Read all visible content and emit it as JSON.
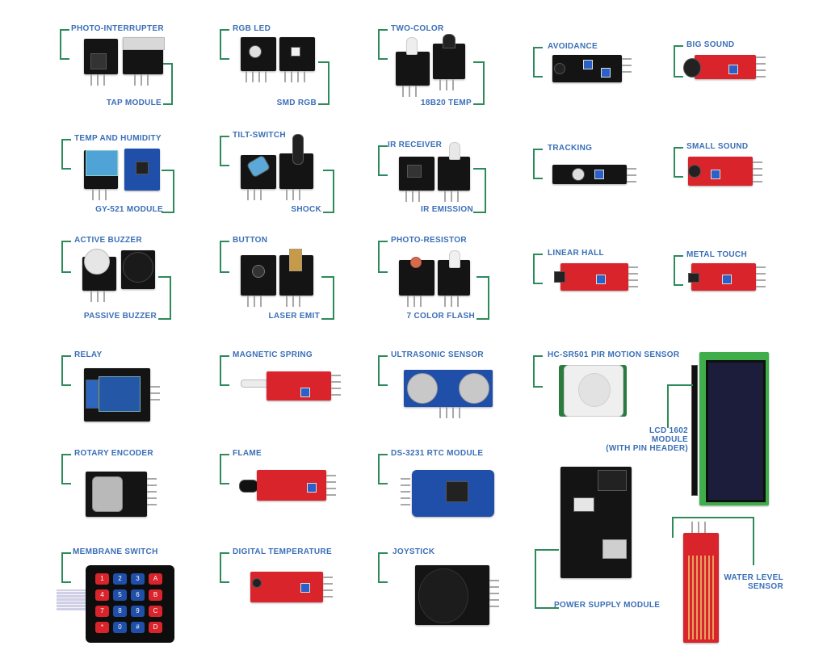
{
  "labels": {
    "photo_interrupter": "PHOTO-INTERRUPTER",
    "tap_module": "TAP MODULE",
    "rgb_led": "RGB LED",
    "smd_rgb": "SMD RGB",
    "two_color": "TWO-COLOR",
    "temp_18b20": "18B20 TEMP",
    "avoidance": "AVOIDANCE",
    "big_sound": "BIG SOUND",
    "temp_humidity": "TEMP AND HUMIDITY",
    "gy521": "GY-521 MODULE",
    "tilt_switch": "TILT-SWITCH",
    "shock": "SHOCK",
    "ir_receiver": "IR RECEIVER",
    "ir_emission": "IR EMISSION",
    "tracking": "TRACKING",
    "small_sound": "SMALL SOUND",
    "active_buzzer": "ACTIVE BUZZER",
    "passive_buzzer": "PASSIVE BUZZER",
    "button": "BUTTON",
    "laser_emit": "LASER EMIT",
    "photo_resistor": "PHOTO-RESISTOR",
    "color_flash": "7 COLOR FLASH",
    "linear_hall": "LINEAR HALL",
    "metal_touch": "METAL TOUCH",
    "relay": "RELAY",
    "magnetic_spring": "MAGNETIC SPRING",
    "ultrasonic": "ULTRASONIC SENSOR",
    "pir": "HC-SR501 PIR MOTION SENSOR",
    "lcd_line1": "LCD 1602",
    "lcd_line2": "MODULE",
    "lcd_line3": "(WITH PIN HEADER)",
    "rotary_encoder": "ROTARY ENCODER",
    "flame": "FLAME",
    "rtc": "DS-3231 RTC MODULE",
    "membrane_switch": "MEMBRANE SWITCH",
    "digital_temperature": "DIGITAL TEMPERATURE",
    "joystick": "JOYSTICK",
    "power_supply": "POWER SUPPLY MODULE",
    "water_level_line1": "WATER LEVEL",
    "water_level_line2": "SENSOR"
  },
  "keypad_keys": [
    "1",
    "2",
    "3",
    "A",
    "4",
    "5",
    "6",
    "B",
    "7",
    "8",
    "9",
    "C",
    "*",
    "0",
    "#",
    "D"
  ],
  "colors": {
    "label_text": "#3a6fb7",
    "bracket": "#2d8a5a",
    "board_black": "#141414",
    "board_red": "#d8242a",
    "board_blue": "#1f4fa8",
    "lcd_green": "#3fae4a"
  }
}
